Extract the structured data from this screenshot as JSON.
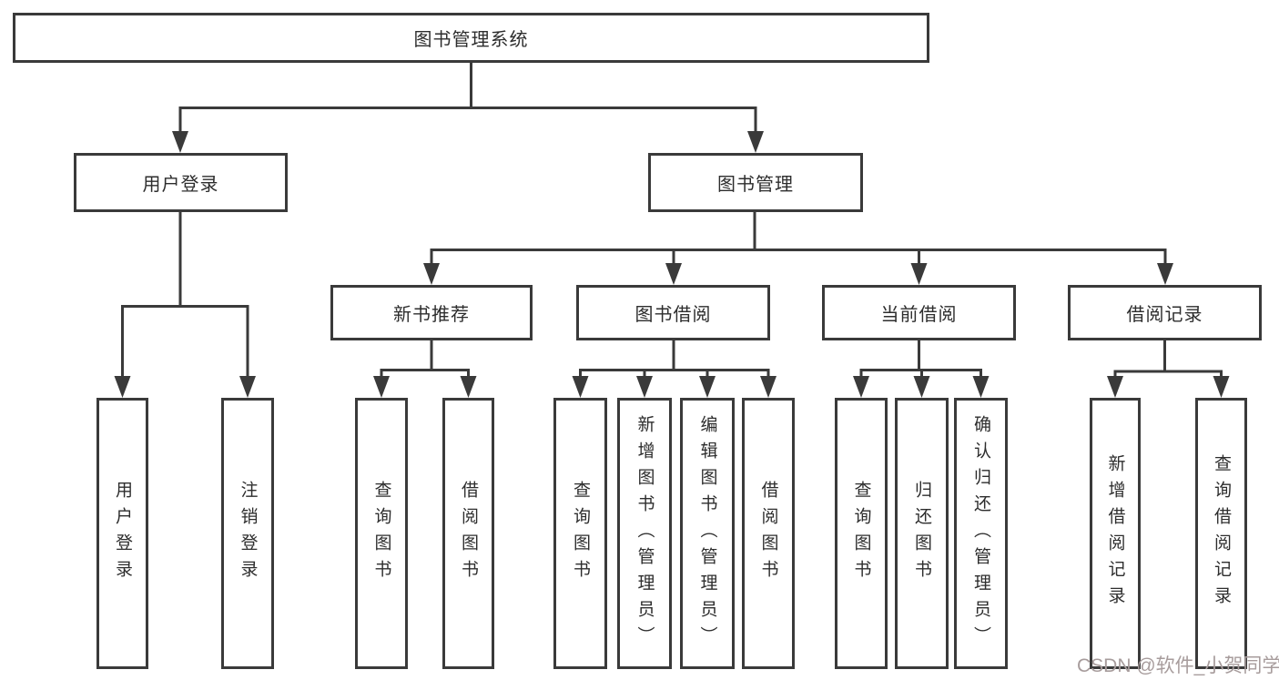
{
  "diagram": {
    "root": {
      "label": "图书管理系统"
    },
    "branches": [
      {
        "label": "用户登录",
        "children": [
          {
            "label": "用户登录"
          },
          {
            "label": "注销登录"
          }
        ]
      },
      {
        "label": "图书管理",
        "children": [
          {
            "label": "新书推荐",
            "children": [
              {
                "label": "查询图书"
              },
              {
                "label": "借阅图书"
              }
            ]
          },
          {
            "label": "图书借阅",
            "children": [
              {
                "label": "查询图书"
              },
              {
                "label": "新增图书（管理员）"
              },
              {
                "label": "编辑图书（管理员）"
              },
              {
                "label": "借阅图书"
              }
            ]
          },
          {
            "label": "当前借阅",
            "children": [
              {
                "label": "查询图书"
              },
              {
                "label": "归还图书"
              },
              {
                "label": "确认归还（管理员）"
              }
            ]
          },
          {
            "label": "借阅记录",
            "children": [
              {
                "label": "新增借阅记录"
              },
              {
                "label": "查询借阅记录"
              }
            ]
          }
        ]
      }
    ]
  },
  "watermark": {
    "text": "CSDN @软件_小贺同学",
    "color": "#a79c9c"
  },
  "colors": {
    "border": "#3a3a3a",
    "line": "#3a3a3a",
    "text": "#2d2d2d",
    "background": "#ffffff"
  }
}
